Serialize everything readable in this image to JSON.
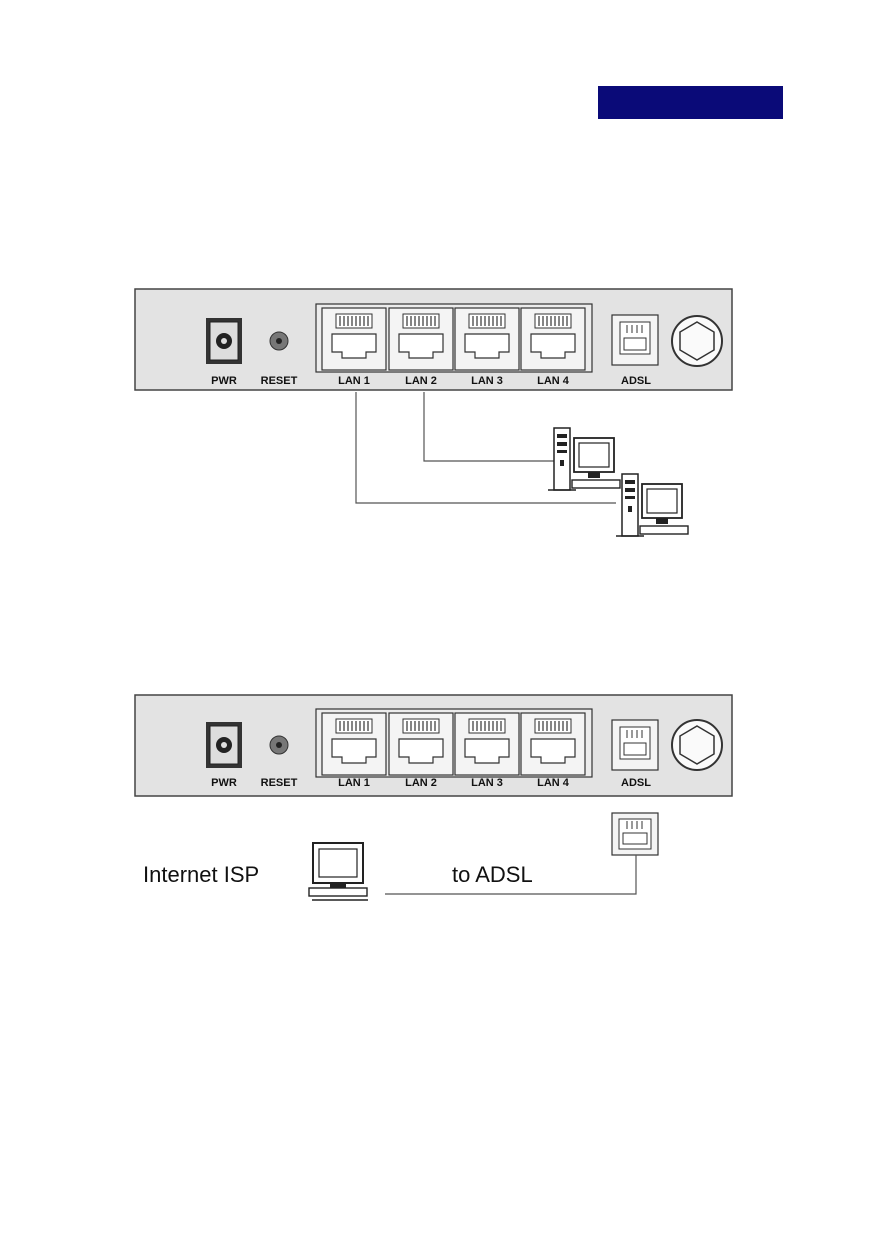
{
  "panel_labels": {
    "pwr": "PWR",
    "reset": "RESET",
    "lan1": "LAN 1",
    "lan2": "LAN 2",
    "lan3": "LAN 3",
    "lan4": "LAN 4",
    "adsl": "ADSL"
  },
  "isp_diagram": {
    "internet_label": "Internet ISP",
    "cable_label": "to ADSL"
  },
  "colors": {
    "header_bar": "#0a0a78",
    "panel_fill": "#e3e3e3"
  }
}
